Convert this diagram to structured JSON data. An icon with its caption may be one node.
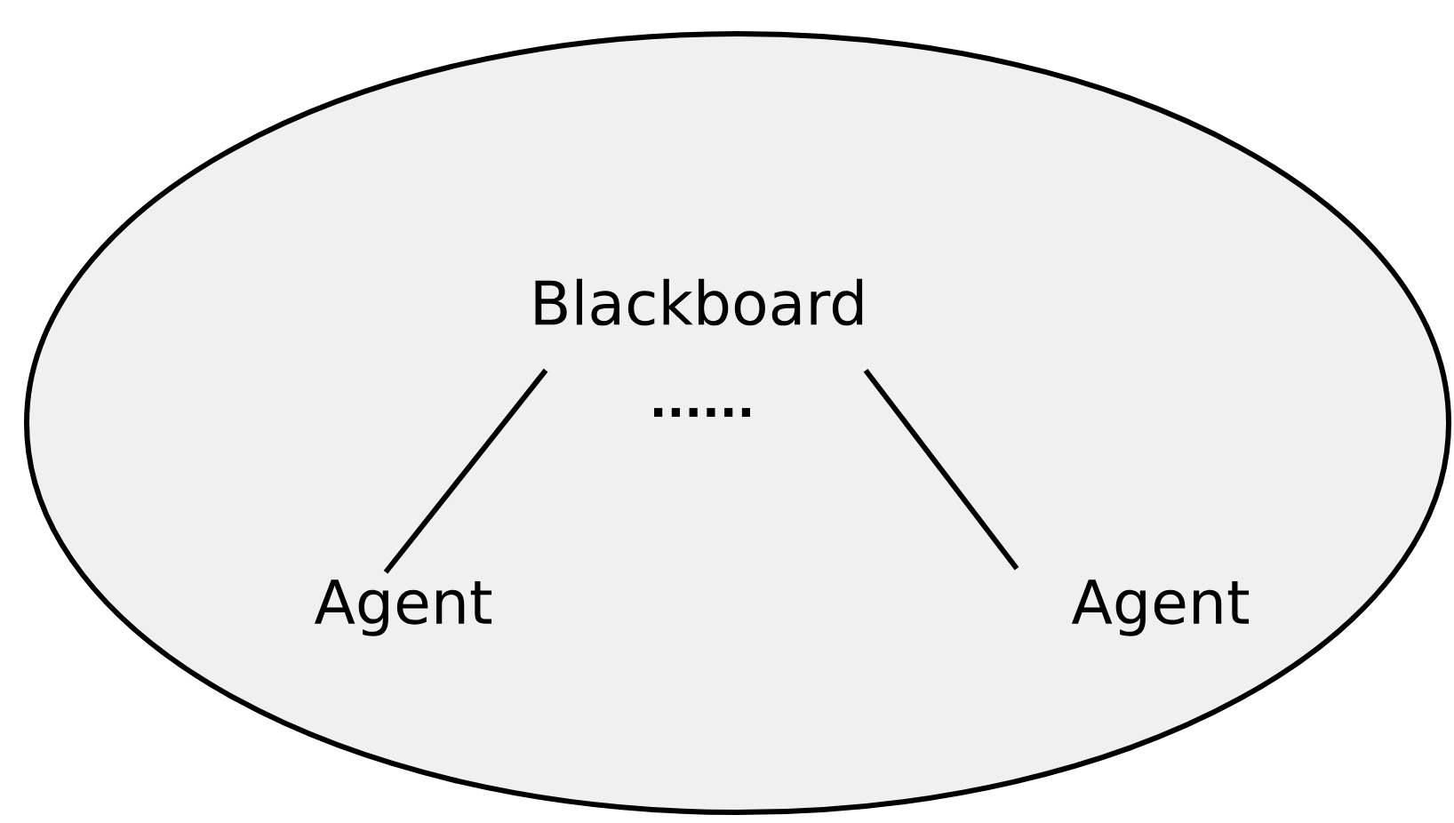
{
  "diagram": {
    "nodes": [
      {
        "text": [],
        "shape": "ellipse"
      },
      {
        "text": [
          "Blackboard"
        ],
        "in": 0
      },
      {
        "text": [
          "Agent"
        ],
        "in": 0
      },
      {
        "text": [
          "Agent"
        ],
        "in": 0
      }
    ],
    "edges": [
      {
        "from": 1,
        "to": 2,
        "arrow": "none"
      },
      {
        "from": 1,
        "to": 3,
        "arrow": "none"
      }
    ],
    "labels": [
      "......"
    ]
  }
}
